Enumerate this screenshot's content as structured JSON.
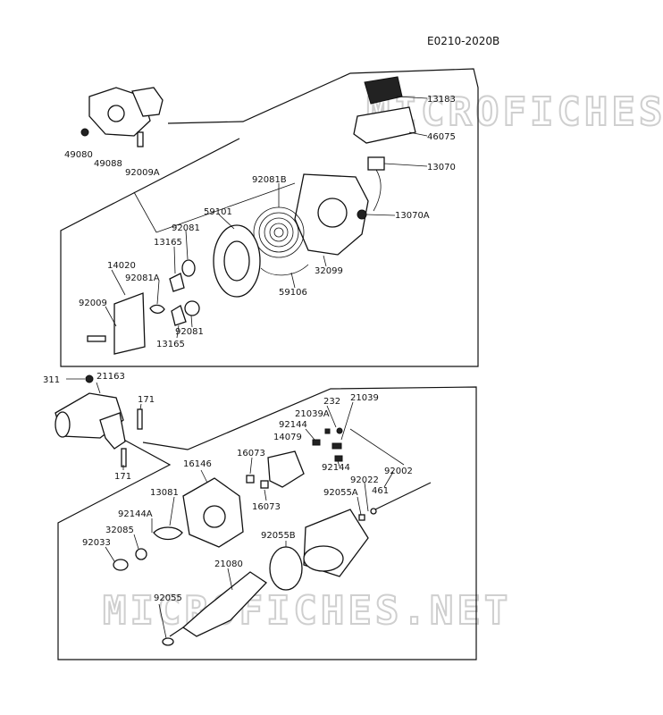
{
  "doc_code": "E0210-2020B",
  "watermark": "MICROFICHES.NET",
  "colors": {
    "ink": "#111111",
    "watermark": "#cfcfcf",
    "background": "#ffffff"
  },
  "labels": {
    "p13183": "13183",
    "p46075": "46075",
    "p13070": "13070",
    "p13070A": "13070A",
    "p49080": "49080",
    "p49088": "49088",
    "p92009A": "92009A",
    "p92081B": "92081B",
    "p59101": "59101",
    "p92081_top": "92081",
    "p13165_top": "13165",
    "p14020": "14020",
    "p92081A": "92081A",
    "p92009": "92009",
    "p32099": "32099",
    "p59106": "59106",
    "p92081_bot": "92081",
    "p13165_bot": "13165",
    "p311": "311",
    "p21163": "21163",
    "p171_top": "171",
    "p171_bot": "171",
    "p232": "232",
    "p21039": "21039",
    "p21039A": "21039A",
    "p92144_top": "92144",
    "p14079": "14079",
    "p92144_mid": "92144",
    "p16073_top": "16073",
    "p16146": "16146",
    "p16073_bot": "16073",
    "p92002": "92002",
    "p92022": "92022",
    "p92055A": "92055A",
    "p461": "461",
    "p13081": "13081",
    "p92144A": "92144A",
    "p32085": "32085",
    "p92033": "92033",
    "p92055B": "92055B",
    "p21080": "21080",
    "p92055": "92055"
  }
}
